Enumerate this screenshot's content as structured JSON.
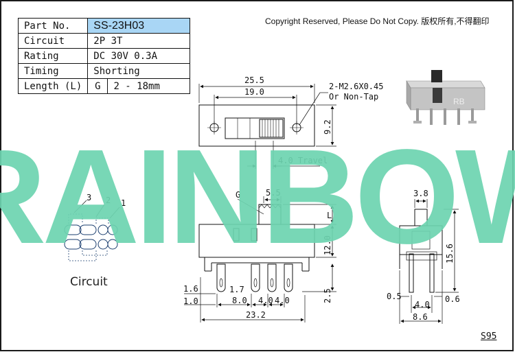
{
  "spec_table": {
    "part_no_label": "Part No.",
    "part_no_value": "SS-23H03",
    "circuit_label": "Circuit",
    "circuit_value": "2P 3T",
    "rating_label": "Rating",
    "rating_value": "DC 30V 0.3A",
    "timing_label": "Timing",
    "timing_value": "Shorting",
    "length_label": "Length (L)",
    "length_code": "G",
    "length_value": "2 - 18mm"
  },
  "copyright": "Copyright Reserved, Please Do Not Copy. 版权所有,不得翻印",
  "watermark": "RAINBOW",
  "watermark_color": "#6dd4b0",
  "product_photo_mark": "RB",
  "page_code": "S95",
  "circuit": {
    "title": "Circuit",
    "pin_labels": [
      "3",
      "2",
      "1"
    ]
  },
  "top_view": {
    "width_outer": "25.5",
    "width_inner": "19.0",
    "height": "9.2",
    "screw_note_1": "2-M2.6X0.45",
    "screw_note_2": "Or Non-Tap",
    "travel": "4.0 Travel"
  },
  "front_view": {
    "g_label": "G",
    "g_dim": "5.5",
    "l_label": "L",
    "body_height": "12.0",
    "pin_length": "2.5",
    "pin_offset": "1.6",
    "pin_width": "1.0",
    "pin_thick": "1.7",
    "pitch_a": "8.0",
    "pitch_b": "4.0",
    "pitch_c": "4.0",
    "overall": "23.2"
  },
  "side_view": {
    "knob_width": "3.8",
    "height": "15.6",
    "left_dim": "0.5",
    "pitch": "4.0",
    "right_dim": "0.6",
    "overall": "8.6"
  }
}
